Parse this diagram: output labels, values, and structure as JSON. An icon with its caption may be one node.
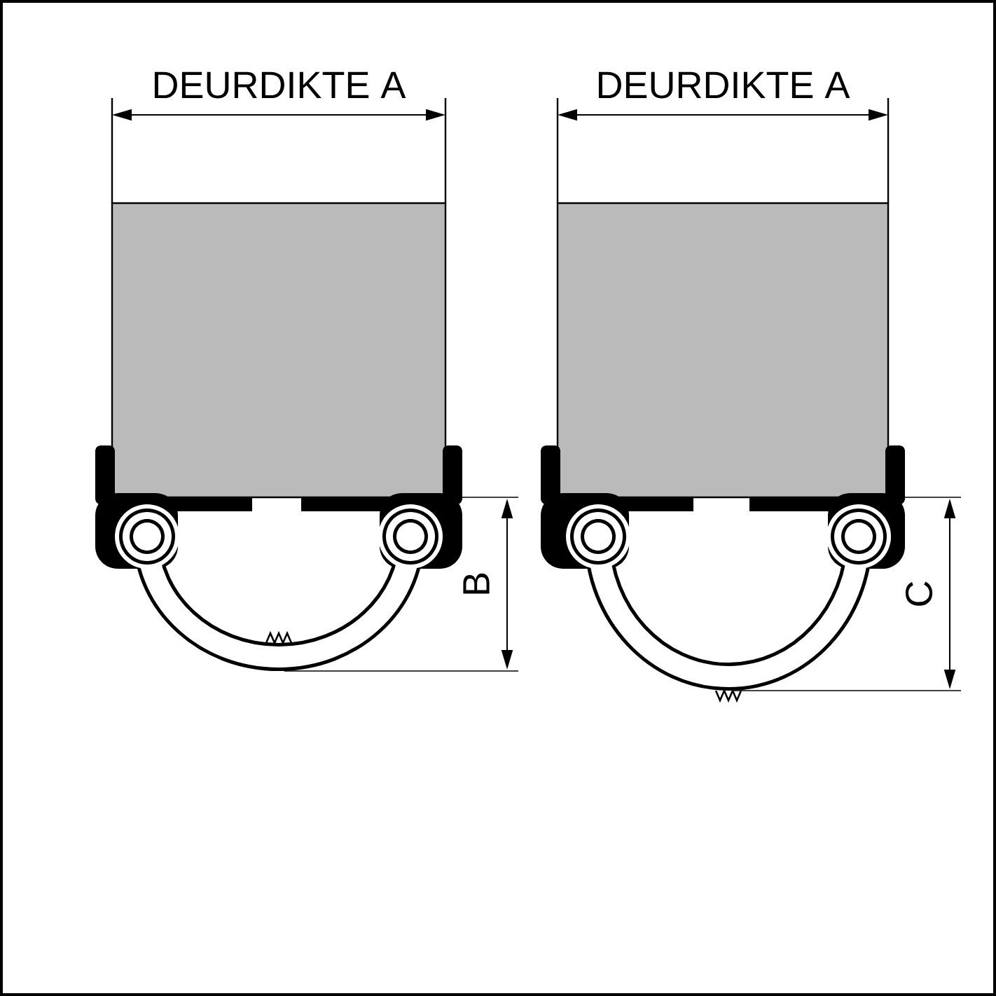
{
  "diagram": {
    "labels": [
      "DEURDIKTE A",
      "DEURDIKTE A",
      "B",
      "C"
    ]
  }
}
